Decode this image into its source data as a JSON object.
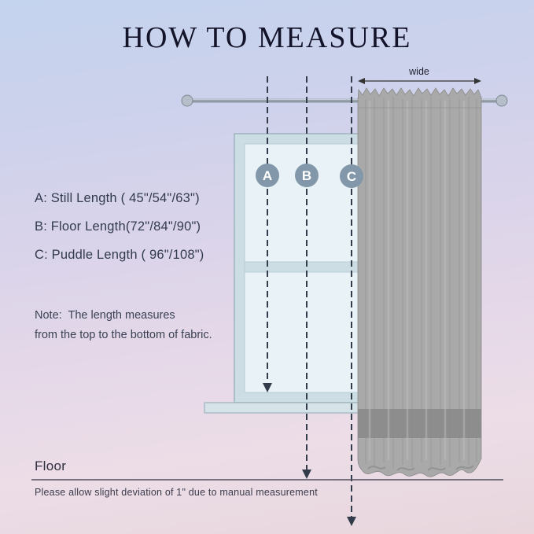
{
  "page": {
    "title": "HOW TO MEASURE"
  },
  "measurements": {
    "items": [
      {
        "letter": "A",
        "label": "A: Still Length ( 45\"/54\"/63\")"
      },
      {
        "letter": "B",
        "label": "B: Floor Length(72\"/84\"/90\")"
      },
      {
        "letter": "C",
        "label": "C: Puddle Length ( 96\"/108\")"
      }
    ]
  },
  "note": {
    "label": "Note:",
    "line1": "The length measures",
    "line2": "from the top to the bottom of fabric."
  },
  "diagram": {
    "wide_label": "wide"
  },
  "floor": {
    "label": "Floor"
  },
  "footer": {
    "disclaimer": "Please allow slight deviation of 1\" due to manual measurement"
  },
  "colors": {
    "badge": "#8297a9",
    "curtain": "#a9a9a9",
    "curtain_band": "#8d8d8d",
    "dash_line": "#333c4a"
  }
}
